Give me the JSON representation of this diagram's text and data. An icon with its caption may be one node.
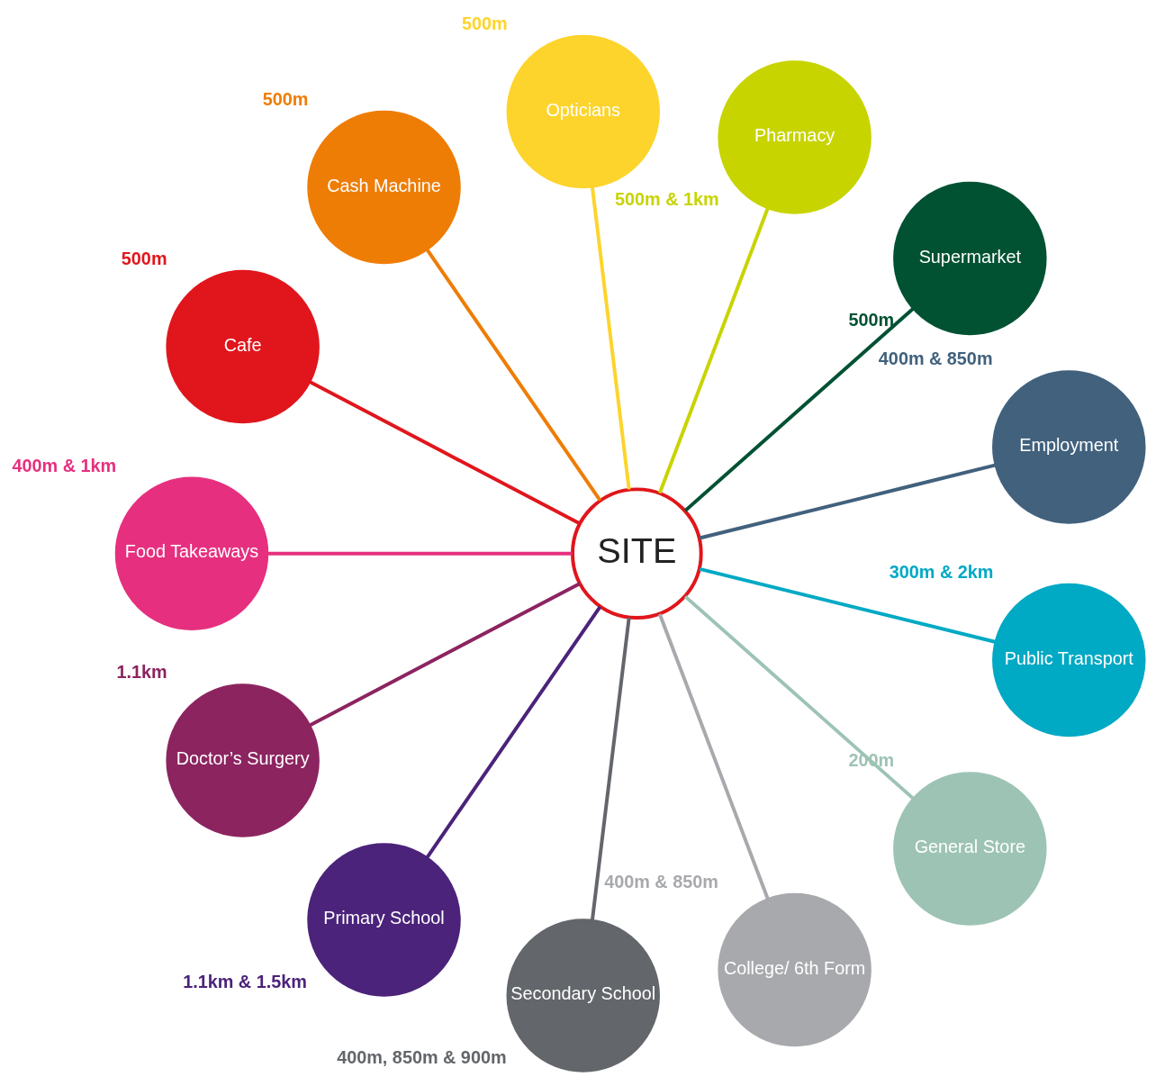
{
  "diagram": {
    "nodes": [
      {
        "text": [
          "SITE"
        ]
      },
      {
        "text": [
          "Employment"
        ],
        "beside": [
          "400m & 850m"
        ]
      },
      {
        "text": [
          "Supermarket"
        ],
        "beside": [
          "500m"
        ]
      },
      {
        "text": [
          "Pharmacy"
        ],
        "beside": [
          "500m & 1km"
        ]
      },
      {
        "text": [
          "Opticians"
        ],
        "beside": [
          "500m"
        ]
      },
      {
        "text": [
          "Cash Machine"
        ],
        "beside": [
          "500m"
        ]
      },
      {
        "text": [
          "Cafe"
        ],
        "beside": [
          "500m"
        ]
      },
      {
        "text": [
          "Food Takeaways"
        ],
        "beside": [
          "400m & 1km"
        ]
      },
      {
        "text": [
          "Doctor’s Surgery"
        ],
        "beside": [
          "1.1km"
        ]
      },
      {
        "text": [
          "Primary School"
        ],
        "beside": [
          "1.1km & 1.5km"
        ]
      },
      {
        "text": [
          "Secondary School"
        ],
        "beside": [
          "400m, 850m & 900m"
        ]
      },
      {
        "text": [
          "College/ 6th Form"
        ],
        "beside": [
          "400m & 850m"
        ]
      },
      {
        "text": [
          "General Store"
        ],
        "beside": [
          "200m"
        ]
      },
      {
        "text": [
          "Public Transport"
        ],
        "beside": [
          "300m & 2km"
        ]
      }
    ],
    "edges": [
      {
        "from": 0,
        "to": 1,
        "arrow": "none",
        "color": "#41617d"
      },
      {
        "from": 0,
        "to": 2,
        "arrow": "none",
        "color": "#005233"
      },
      {
        "from": 0,
        "to": 3,
        "arrow": "none",
        "color": "#c8d400"
      },
      {
        "from": 0,
        "to": 4,
        "arrow": "none",
        "color": "#fdd42c"
      },
      {
        "from": 0,
        "to": 5,
        "arrow": "none",
        "color": "#ee7d06"
      },
      {
        "from": 0,
        "to": 6,
        "arrow": "none",
        "color": "#e0161c"
      },
      {
        "from": 0,
        "to": 7,
        "arrow": "none",
        "color": "#e6307f"
      },
      {
        "from": 0,
        "to": 8,
        "arrow": "none",
        "color": "#8c2460"
      },
      {
        "from": 0,
        "to": 9,
        "arrow": "none",
        "color": "#4b237a"
      },
      {
        "from": 0,
        "to": 10,
        "arrow": "none",
        "color": "#63666a"
      },
      {
        "from": 0,
        "to": 11,
        "arrow": "none",
        "color": "#a8a9ad"
      },
      {
        "from": 0,
        "to": 12,
        "arrow": "none",
        "color": "#9dc3b4"
      },
      {
        "from": 0,
        "to": 13,
        "arrow": "none",
        "color": "#00a9c4"
      }
    ]
  }
}
